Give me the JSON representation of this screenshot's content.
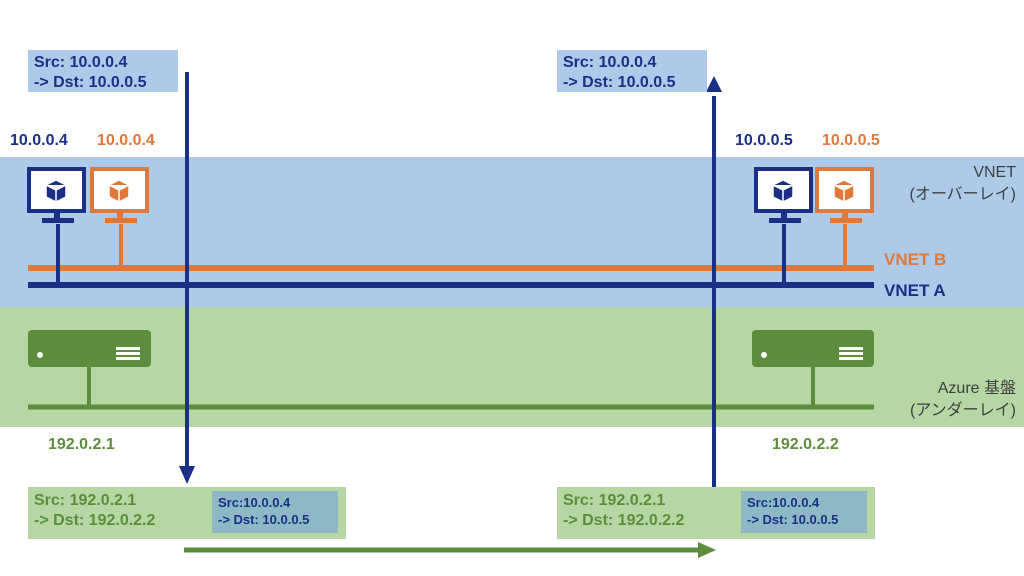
{
  "overlay": {
    "label_line1": "VNET",
    "label_line2": "(オーバーレイ)",
    "colors": {
      "band": "#adcbe9"
    }
  },
  "underlay": {
    "label_line1": "Azure 基盤",
    "label_line2": "(アンダーレイ)",
    "colors": {
      "band": "#b6d6a3",
      "line": "#5b8d3c"
    }
  },
  "networks": {
    "vnet_b": {
      "label": "VNET B",
      "color": "#e0783a"
    },
    "vnet_a": {
      "label": "VNET A",
      "color": "#1a2f86"
    }
  },
  "hosts": {
    "left_blue_ip": "10.0.0.4",
    "left_orange_ip": "10.0.0.4",
    "right_blue_ip": "10.0.0.5",
    "right_orange_ip": "10.0.0.5"
  },
  "servers": {
    "left_ip": "192.0.2.1",
    "right_ip": "192.0.2.2"
  },
  "packets": {
    "overlay_sent": {
      "src": "Src: 10.0.0.4",
      "dst": "-> Dst: 10.0.0.5"
    },
    "overlay_received": {
      "src": "Src: 10.0.0.4",
      "dst": "-> Dst: 10.0.0.5"
    },
    "underlay_sent": {
      "src": "Src: 192.0.2.1",
      "dst": "-> Dst: 192.0.2.2",
      "inner_src": "Src:10.0.0.4",
      "inner_dst": "-> Dst: 10.0.0.5"
    },
    "underlay_received": {
      "src": "Src: 192.0.2.1",
      "dst": "-> Dst: 192.0.2.2",
      "inner_src": "Src:10.0.0.4",
      "inner_dst": "-> Dst: 10.0.0.5"
    }
  },
  "icons": [
    "monitor-vm-icon",
    "server-icon",
    "cube-icon"
  ]
}
